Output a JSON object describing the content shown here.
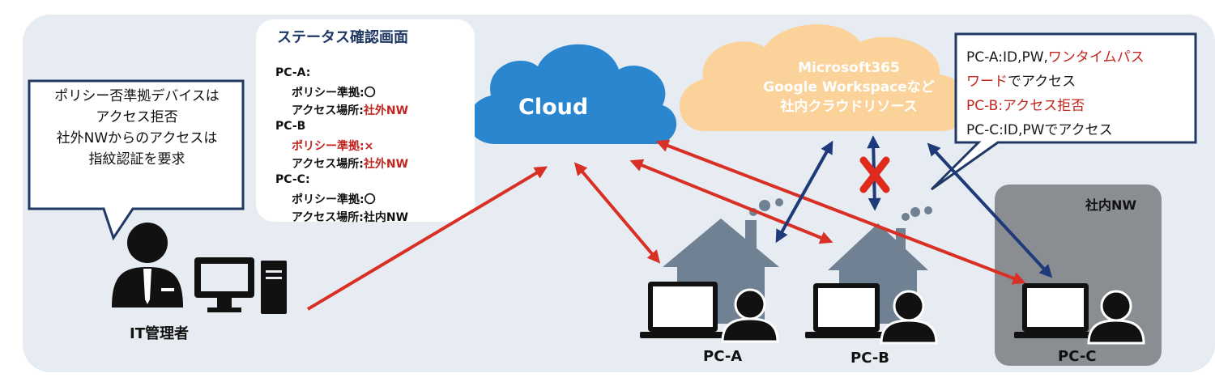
{
  "status_box": {
    "title": "ステータス確認画面",
    "pc_a": {
      "name": "PC-A:",
      "policy": "ポリシー準拠:〇",
      "access_prefix": "アクセス場所:",
      "access_value": "社外NW"
    },
    "pc_b": {
      "name": "PC-B",
      "policy": "ポリシー準拠:×",
      "access_prefix": "アクセス場所:",
      "access_value": "社外NW"
    },
    "pc_c": {
      "name": "PC-C:",
      "policy": "ポリシー準拠:〇",
      "access": "アクセス場所:社内NW"
    }
  },
  "admin_callout": {
    "line1": "ポリシー否準拠デバイスは",
    "line2": "アクセス拒否",
    "line3": "社外NWからのアクセスは",
    "line4": "指紋認証を要求"
  },
  "access_callout": {
    "a_prefix": "PC-A:ID,PW,",
    "a_red1": "ワンタイムパス",
    "a_red2": "ワード",
    "a_suffix": "でアクセス",
    "b_line": "PC-B:アクセス拒否",
    "c_line": "PC-C:ID,PWでアクセス"
  },
  "cloud": {
    "label": "Cloud"
  },
  "saas_cloud": {
    "line1": "Microsoft365",
    "line2": "Google Workspaceなど",
    "line3": "社内クラウドリソース"
  },
  "admin": {
    "label": "IT管理者"
  },
  "pcs": {
    "a": "PC-A",
    "b": "PC-B",
    "c": "PC-C"
  },
  "internal_nw": {
    "label": "社内NW"
  },
  "colors": {
    "panel": "#e7ebf2",
    "cloud_blue": "#2a86cf",
    "saas_orange": "#fbd39a",
    "arrow_red": "#d93025",
    "arrow_navy": "#1f3a7a",
    "callout_border": "#1f3864",
    "house_gray": "#6f8193",
    "nw_gray": "#8a8d92",
    "deny_red": "#e02a1e"
  }
}
